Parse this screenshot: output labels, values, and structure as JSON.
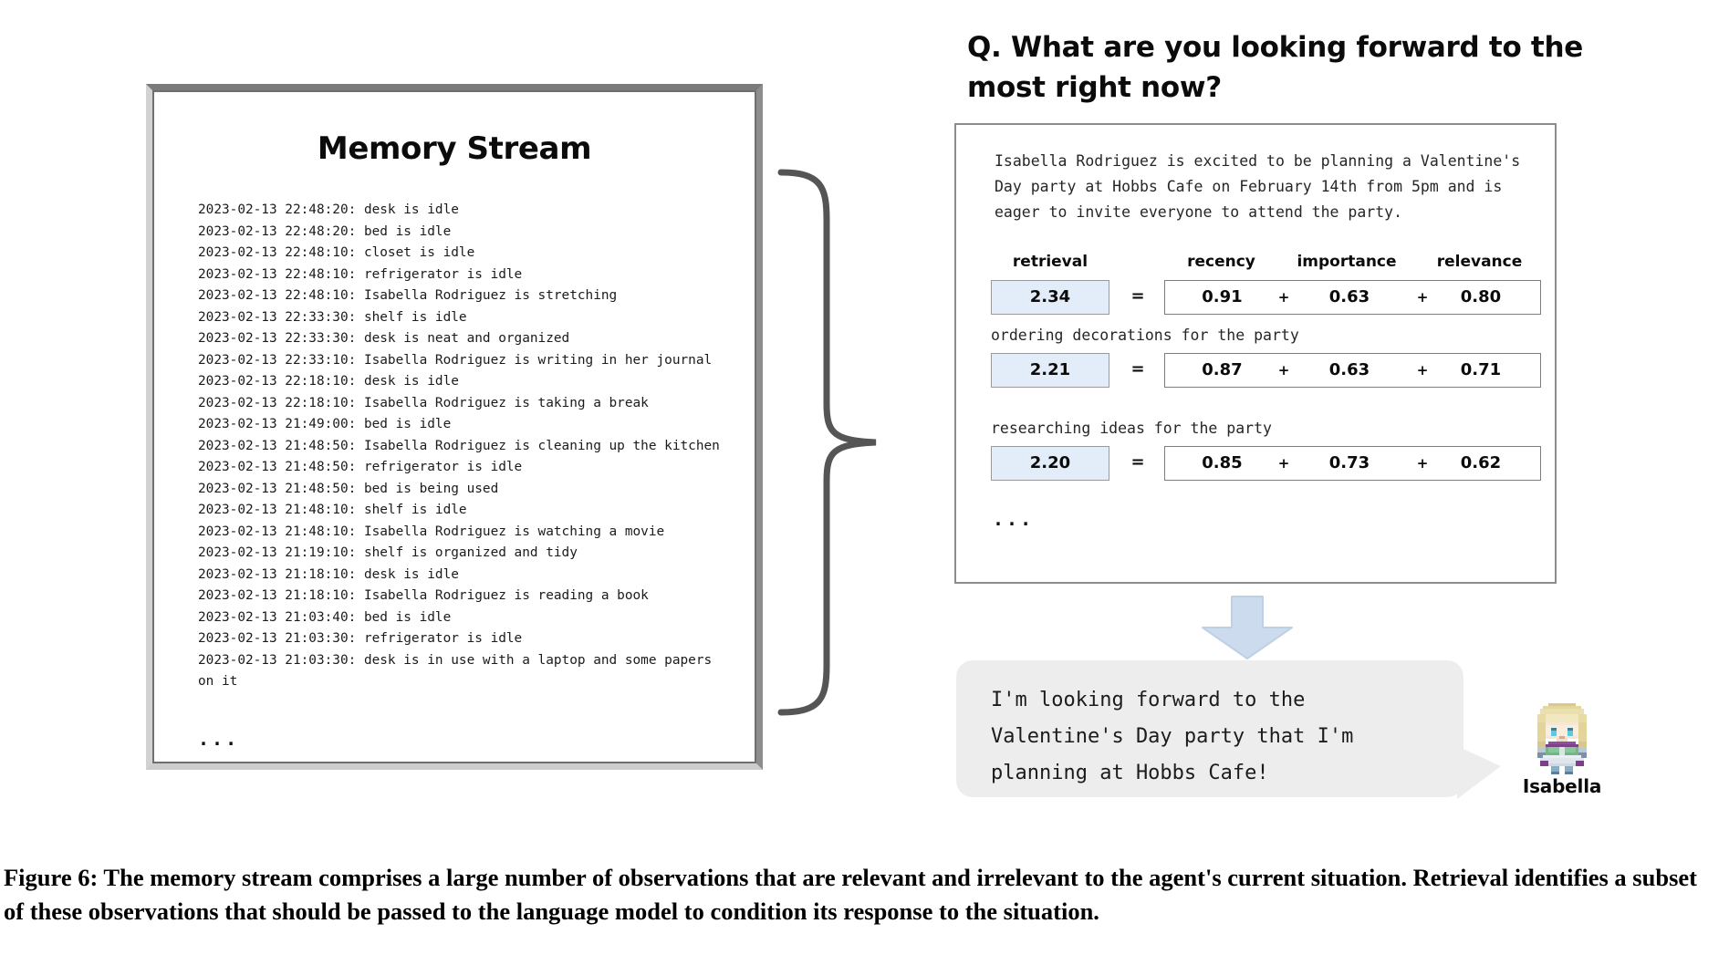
{
  "memory_stream": {
    "title": "Memory Stream",
    "entries": [
      "2023-02-13 22:48:20: desk is idle",
      "2023-02-13 22:48:20: bed is idle",
      "2023-02-13 22:48:10: closet is idle",
      "2023-02-13 22:48:10: refrigerator is idle",
      "2023-02-13 22:48:10: Isabella Rodriguez is stretching",
      "2023-02-13 22:33:30: shelf is idle",
      "2023-02-13 22:33:30: desk is neat and organized",
      "2023-02-13 22:33:10: Isabella Rodriguez is writing in her journal",
      "2023-02-13 22:18:10: desk is idle",
      "2023-02-13 22:18:10: Isabella Rodriguez is taking a break",
      "2023-02-13 21:49:00: bed is idle",
      "2023-02-13 21:48:50: Isabella Rodriguez is cleaning up the kitchen",
      "2023-02-13 21:48:50: refrigerator is idle",
      "2023-02-13 21:48:50: bed is being used",
      "2023-02-13 21:48:10: shelf is idle",
      "2023-02-13 21:48:10: Isabella Rodriguez is watching a movie",
      "2023-02-13 21:19:10: shelf is organized and tidy",
      "2023-02-13 21:18:10: desk is idle",
      "2023-02-13 21:18:10: Isabella Rodriguez is reading a book",
      "2023-02-13 21:03:40: bed is idle",
      "2023-02-13 21:03:30: refrigerator is idle",
      "2023-02-13 21:03:30: desk is in use with a laptop and some papers on it"
    ],
    "ellipsis": "..."
  },
  "question": "Q. What are you looking forward to the most right now?",
  "retrieval": {
    "summary": "Isabella Rodriguez is excited to be planning a Valentine's Day party at Hobbs Cafe on February 14th from 5pm and is eager to invite everyone to attend the party.",
    "columns": {
      "retrieval": "retrieval",
      "recency": "recency",
      "importance": "importance",
      "relevance": "relevance"
    },
    "equals": "=",
    "plus": "+",
    "rows": [
      {
        "observation": "",
        "total": "2.34",
        "recency": "0.91",
        "importance": "0.63",
        "relevance": "0.80"
      },
      {
        "observation": "ordering decorations for the party",
        "total": "2.21",
        "recency": "0.87",
        "importance": "0.63",
        "relevance": "0.71"
      },
      {
        "observation": "researching ideas for the party",
        "total": "2.20",
        "recency": "0.85",
        "importance": "0.73",
        "relevance": "0.62"
      }
    ],
    "ellipsis": "..."
  },
  "response": {
    "text": "I'm looking forward to the Valentine's Day party that I'm planning at Hobbs Cafe!",
    "speaker": "Isabella"
  },
  "caption": "Figure 6: The memory stream comprises a large number of observations that are relevant and irrelevant to the agent's current situation. Retrieval identifies a subset of these observations that should be passed to the language model to condition its response to the situation.",
  "colors": {
    "score_highlight": "#e3edf9",
    "arrow": "#ccdcee",
    "bubble": "#ededed",
    "frame": "#8c8c8c"
  }
}
